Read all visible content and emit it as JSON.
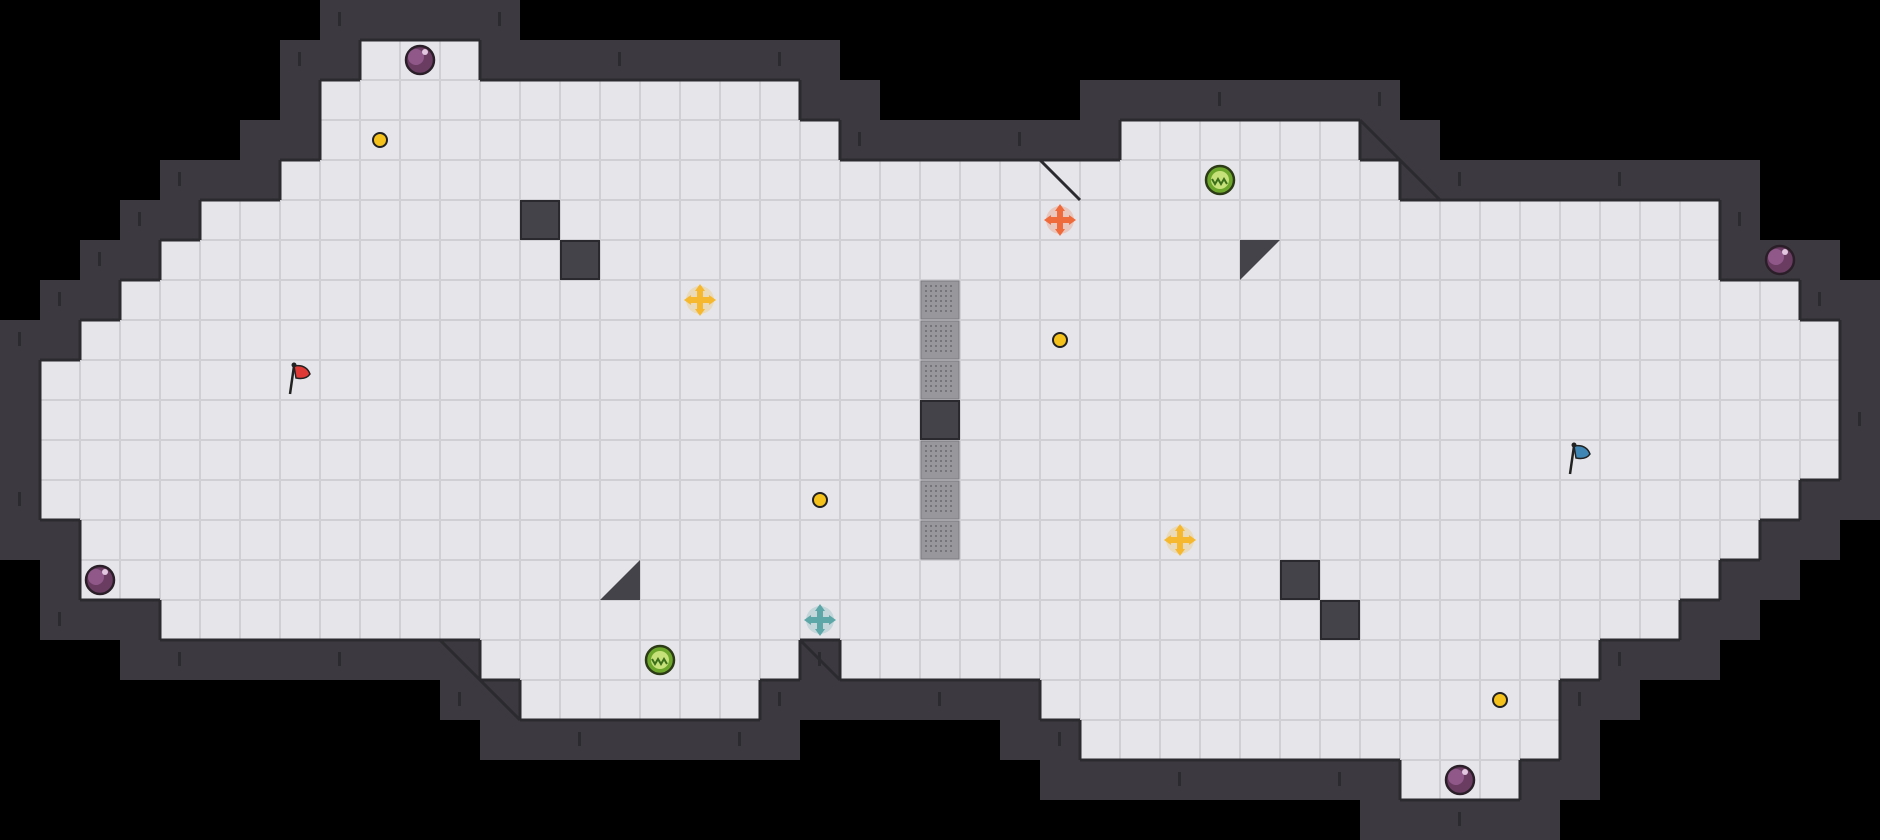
{
  "colors": {
    "background": "#000000",
    "wall": "#3c3a40",
    "wall_edge": "#2b2a2e",
    "floor": "#e6e6ea",
    "grid_line": "#cfcfd4",
    "floor_block": "#45434a",
    "grate": "#98989c",
    "red_team": "#e03a36",
    "blue_team": "#3f86b4",
    "speed_boost": "#f5b82e",
    "pickup_teal": "#5ea7a9",
    "pickup_orange": "#f06b3c",
    "spike_ball": "#6a3c62",
    "bomb": "#9b5a2a",
    "gold_dot": "#f5c21c",
    "green_ball": "#6ca62a"
  },
  "map": {
    "grid_cols": 47,
    "grid_rows": 21,
    "floor_rows": [
      {
        "row": 1,
        "spans": [
          [
            9,
            11
          ]
        ]
      },
      {
        "row": 2,
        "spans": [
          [
            8,
            19
          ]
        ]
      },
      {
        "row": 3,
        "spans": [
          [
            8,
            20
          ],
          [
            28,
            33
          ]
        ]
      },
      {
        "row": 4,
        "spans": [
          [
            7,
            34
          ]
        ]
      },
      {
        "row": 5,
        "spans": [
          [
            5,
            42
          ]
        ]
      },
      {
        "row": 6,
        "spans": [
          [
            4,
            42
          ]
        ]
      },
      {
        "row": 7,
        "spans": [
          [
            3,
            44
          ]
        ]
      },
      {
        "row": 8,
        "spans": [
          [
            2,
            45
          ]
        ]
      },
      {
        "row": 9,
        "spans": [
          [
            1,
            45
          ]
        ]
      },
      {
        "row": 10,
        "spans": [
          [
            1,
            45
          ]
        ]
      },
      {
        "row": 11,
        "spans": [
          [
            1,
            45
          ]
        ]
      },
      {
        "row": 12,
        "spans": [
          [
            1,
            44
          ]
        ]
      },
      {
        "row": 13,
        "spans": [
          [
            2,
            43
          ]
        ]
      },
      {
        "row": 14,
        "spans": [
          [
            2,
            42
          ]
        ]
      },
      {
        "row": 15,
        "spans": [
          [
            4,
            41
          ]
        ]
      },
      {
        "row": 16,
        "spans": [
          [
            12,
            19
          ],
          [
            21,
            39
          ]
        ]
      },
      {
        "row": 17,
        "spans": [
          [
            13,
            18
          ],
          [
            26,
            38
          ]
        ]
      },
      {
        "row": 18,
        "spans": [
          [
            27,
            38
          ]
        ]
      },
      {
        "row": 19,
        "spans": [
          [
            35,
            37
          ]
        ]
      }
    ],
    "blocks": [
      [
        13,
        5
      ],
      [
        14,
        6
      ],
      [
        23,
        10
      ],
      [
        32,
        14
      ],
      [
        33,
        15
      ]
    ],
    "grates": [
      [
        23,
        7
      ],
      [
        23,
        8
      ],
      [
        23,
        9
      ],
      [
        23,
        11
      ],
      [
        23,
        12
      ],
      [
        23,
        13
      ]
    ],
    "corner_triangles": [
      {
        "col": 31,
        "row": 6,
        "corner": "top-left"
      },
      {
        "col": 15,
        "row": 14,
        "corner": "bottom-right"
      }
    ],
    "diagonal_edges": [
      {
        "from": [
          26,
          4
        ],
        "to": [
          27,
          5
        ]
      },
      {
        "from": [
          34,
          3
        ],
        "to": [
          36,
          5
        ]
      },
      {
        "from": [
          11,
          16
        ],
        "to": [
          13,
          18
        ]
      },
      {
        "from": [
          20,
          16
        ],
        "to": [
          21,
          17
        ]
      }
    ]
  },
  "entities": [
    {
      "name": "red-flag",
      "kind": "flag",
      "team": "red",
      "col": 7,
      "row": 9
    },
    {
      "name": "blue-flag",
      "kind": "flag",
      "team": "blue",
      "col": 39,
      "row": 11
    },
    {
      "name": "speed-boost",
      "kind": "boost",
      "color": "yellow",
      "col": 17,
      "row": 7
    },
    {
      "name": "speed-boost",
      "kind": "boost",
      "color": "yellow",
      "col": 29,
      "row": 13
    },
    {
      "name": "red-boost",
      "kind": "boost",
      "color": "orange",
      "col": 26,
      "row": 5
    },
    {
      "name": "blue-boost",
      "kind": "boost",
      "color": "teal",
      "col": 20,
      "row": 15
    },
    {
      "name": "spike-ball",
      "kind": "spike",
      "col": 10,
      "row": 1
    },
    {
      "name": "spike-ball",
      "kind": "spike",
      "col": 2,
      "row": 14
    },
    {
      "name": "spike-ball",
      "kind": "spike",
      "col": 44,
      "row": 6
    },
    {
      "name": "spike-ball",
      "kind": "spike",
      "col": 36,
      "row": 19
    },
    {
      "name": "power-up",
      "kind": "powerup",
      "col": 30,
      "row": 4
    },
    {
      "name": "power-up",
      "kind": "powerup",
      "col": 16,
      "row": 16
    },
    {
      "name": "gold-dot",
      "kind": "dot",
      "col": 9,
      "row": 3
    },
    {
      "name": "gold-dot",
      "kind": "dot",
      "col": 26,
      "row": 8
    },
    {
      "name": "gold-dot",
      "kind": "dot",
      "col": 20,
      "row": 12
    },
    {
      "name": "gold-dot",
      "kind": "dot",
      "col": 37,
      "row": 17
    }
  ]
}
